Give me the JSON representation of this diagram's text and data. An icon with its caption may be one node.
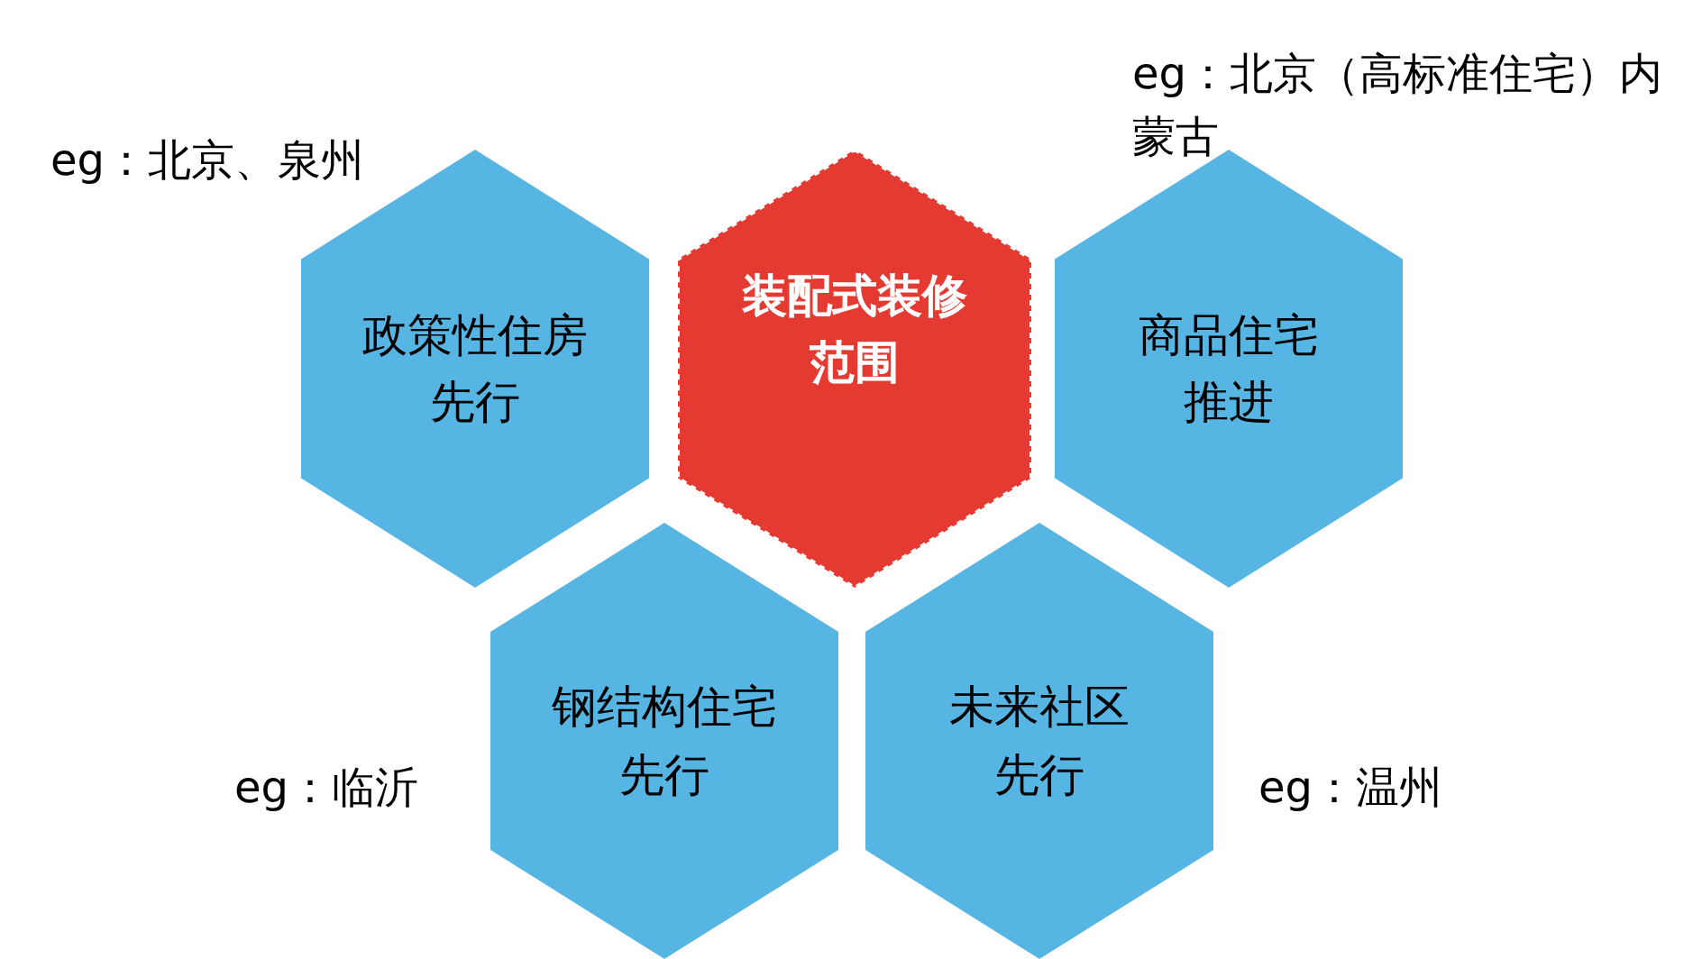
{
  "diagram": {
    "nodes": [
      {
        "text": [
          "政策性住房先行"
        ],
        "beside": [
          "eg：北京、泉州"
        ]
      },
      {
        "text": [
          "装配式装修范围"
        ]
      },
      {
        "text": [
          "商品住宅推进"
        ],
        "beside": [
          "eg：北京（高标准住宅）内蒙古"
        ]
      },
      {
        "text": [
          "钢结构住宅先行"
        ],
        "beside": [
          "eg：临沂"
        ]
      },
      {
        "text": [
          "未来社区先行"
        ],
        "beside": [
          "eg：温州"
        ]
      }
    ]
  }
}
